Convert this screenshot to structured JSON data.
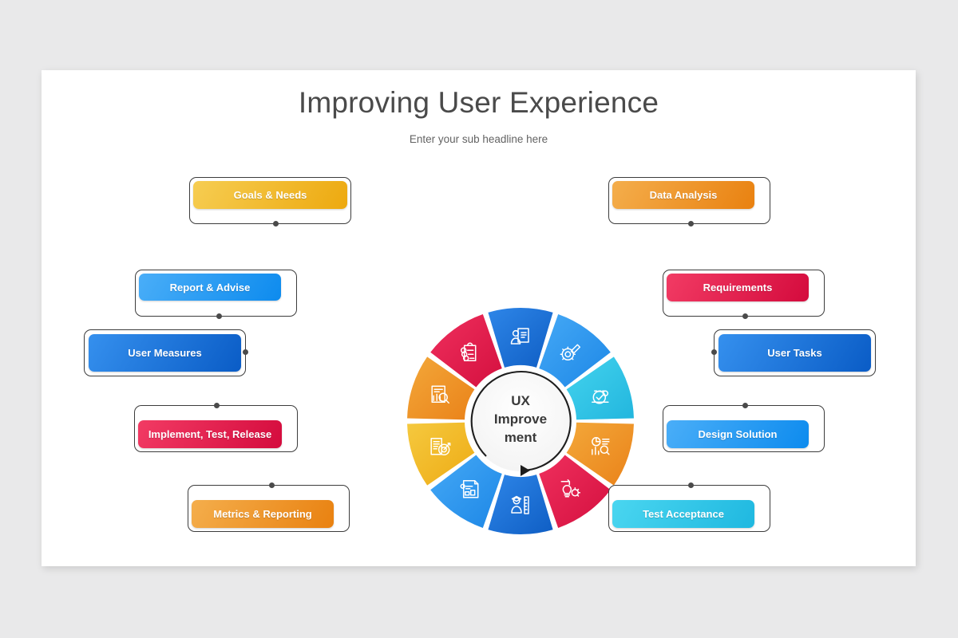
{
  "slide": {
    "title": "Improving User Experience",
    "subtitle": "Enter your sub headline here",
    "background_color": "#e9e9ea",
    "card_color": "#ffffff"
  },
  "hub": {
    "line1": "UX",
    "line2": "Improve",
    "line3": "ment",
    "arrow": "circular-arrow-clockwise"
  },
  "chart_data": {
    "type": "pie",
    "title": "Improving User Experience",
    "subtitle": "Enter your sub headline here",
    "center_label": "UX Improvement",
    "segment_count": 10,
    "equal_segments": true,
    "segment_degrees": 36,
    "categories": [
      "Data Analysis",
      "Requirements",
      "User Tasks",
      "Design Solution",
      "Test Acceptance",
      "Metrics & Reporting",
      "Implement, Test, Release",
      "User Measures",
      "Report & Advise",
      "Goals & Needs"
    ],
    "values": [
      10,
      10,
      10,
      10,
      10,
      10,
      10,
      10,
      10,
      10
    ],
    "colors": [
      "#ef8f25",
      "#e4214f",
      "#1b6fd6",
      "#2f9aee",
      "#32c6e8",
      "#ef8f25",
      "#e4214f",
      "#1b6fd6",
      "#2f9aee",
      "#f2bb2b"
    ],
    "legend_position": "outside-radial",
    "grid": false
  },
  "segments": [
    {
      "id": "data-analysis",
      "label": "Data Analysis",
      "icon": "report-magnifier-icon",
      "c1": "#f3a83a",
      "c2": "#ea8219",
      "start": 270,
      "end": 306
    },
    {
      "id": "requirements",
      "label": "Requirements",
      "icon": "clipboard-checklist-icon",
      "c1": "#ef2f5d",
      "c2": "#d4103f",
      "start": 306,
      "end": 342
    },
    {
      "id": "user-tasks",
      "label": "User Tasks",
      "icon": "user-document-icon",
      "c1": "#2e86e8",
      "c2": "#0f5ec4",
      "start": 342,
      "end": 18
    },
    {
      "id": "design-solution",
      "label": "Design Solution",
      "icon": "gear-pencil-icon",
      "c1": "#45a9f6",
      "c2": "#1d87e6",
      "start": 18,
      "end": 54
    },
    {
      "id": "test-acceptance",
      "label": "Test Acceptance",
      "icon": "test-check-icon",
      "c1": "#44d3ee",
      "c2": "#22b6de",
      "start": 54,
      "end": 90
    },
    {
      "id": "metrics-reporting",
      "label": "Metrics & Reporting",
      "icon": "analytics-chart-icon",
      "c1": "#f3a83a",
      "c2": "#ea8219",
      "start": 90,
      "end": 126
    },
    {
      "id": "implement-test",
      "label": "Implement, Test, Release",
      "icon": "bulb-gear-icon",
      "c1": "#ef2f5d",
      "c2": "#d4103f",
      "start": 126,
      "end": 162
    },
    {
      "id": "user-measures",
      "label": "User Measures",
      "icon": "user-ruler-icon",
      "c1": "#2e86e8",
      "c2": "#0f5ec4",
      "start": 162,
      "end": 198
    },
    {
      "id": "report-advise",
      "label": "Report & Advise",
      "icon": "report-chart-icon",
      "c1": "#45a9f6",
      "c2": "#1d87e6",
      "start": 198,
      "end": 234
    },
    {
      "id": "goals-needs",
      "label": "Goals & Needs",
      "icon": "goal-target-icon",
      "c1": "#f5c93f",
      "c2": "#eeab14",
      "start": 234,
      "end": 270
    }
  ],
  "labels": {
    "left": [
      {
        "id": "goals-needs",
        "text": "Goals & Needs",
        "c1": "#f6cd52",
        "c2": "#eda90f"
      },
      {
        "id": "report-advise",
        "text": "Report & Advise",
        "c1": "#4aaef8",
        "c2": "#0d8bee"
      },
      {
        "id": "user-measures",
        "text": "User Measures",
        "c1": "#3590ee",
        "c2": "#0a5cc6"
      },
      {
        "id": "implement-test",
        "text": "Implement, Test, Release",
        "c1": "#f23b64",
        "c2": "#d40b3d"
      },
      {
        "id": "metrics-report",
        "text": "Metrics & Reporting",
        "c1": "#f4ae4c",
        "c2": "#e98110"
      }
    ],
    "right": [
      {
        "id": "data-analysis",
        "text": "Data Analysis",
        "c1": "#f4ae4c",
        "c2": "#e98110"
      },
      {
        "id": "requirements",
        "text": "Requirements",
        "c1": "#f23b64",
        "c2": "#d40b3d"
      },
      {
        "id": "user-tasks",
        "text": "User Tasks",
        "c1": "#3590ee",
        "c2": "#0a5cc6"
      },
      {
        "id": "design-solution",
        "text": "Design Solution",
        "c1": "#4aaef8",
        "c2": "#0d8bee"
      },
      {
        "id": "test-acceptance",
        "text": "Test Acceptance",
        "c1": "#4ad6f0",
        "c2": "#1fb8e0"
      }
    ]
  }
}
